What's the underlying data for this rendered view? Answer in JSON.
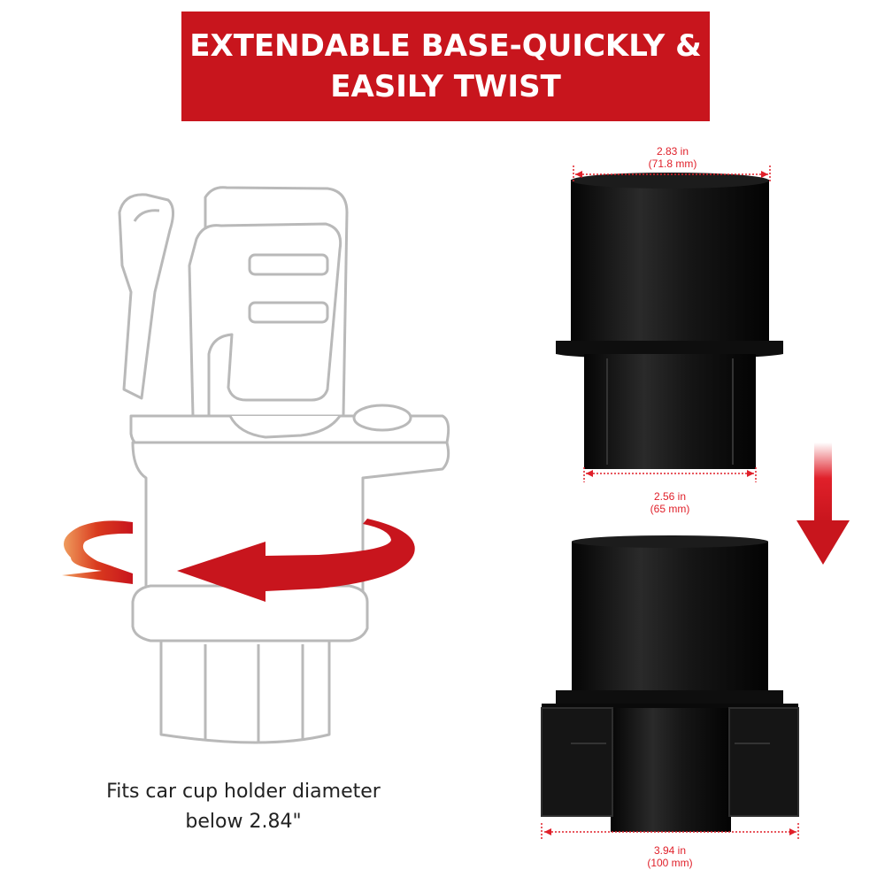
{
  "banner": {
    "line1": "EXTENDABLE BASE-QUICKLY &",
    "line2": "EASILY TWIST",
    "color": "#c8151d"
  },
  "dimensions": {
    "top": {
      "inches": "2.83 in",
      "mm": "(71.8 mm)"
    },
    "middle": {
      "inches": "2.56 in",
      "mm": "(65 mm)"
    },
    "bottom": {
      "inches": "3.94 in",
      "mm": "(100 mm)"
    }
  },
  "caption": {
    "line1": "Fits car cup holder diameter",
    "line2": "below 2.84\""
  },
  "colors": {
    "accent": "#c8151d",
    "product": "#111111",
    "outline": "#bbbbbb"
  },
  "icons": [
    "twist-arrow-icon",
    "down-arrow-icon"
  ]
}
